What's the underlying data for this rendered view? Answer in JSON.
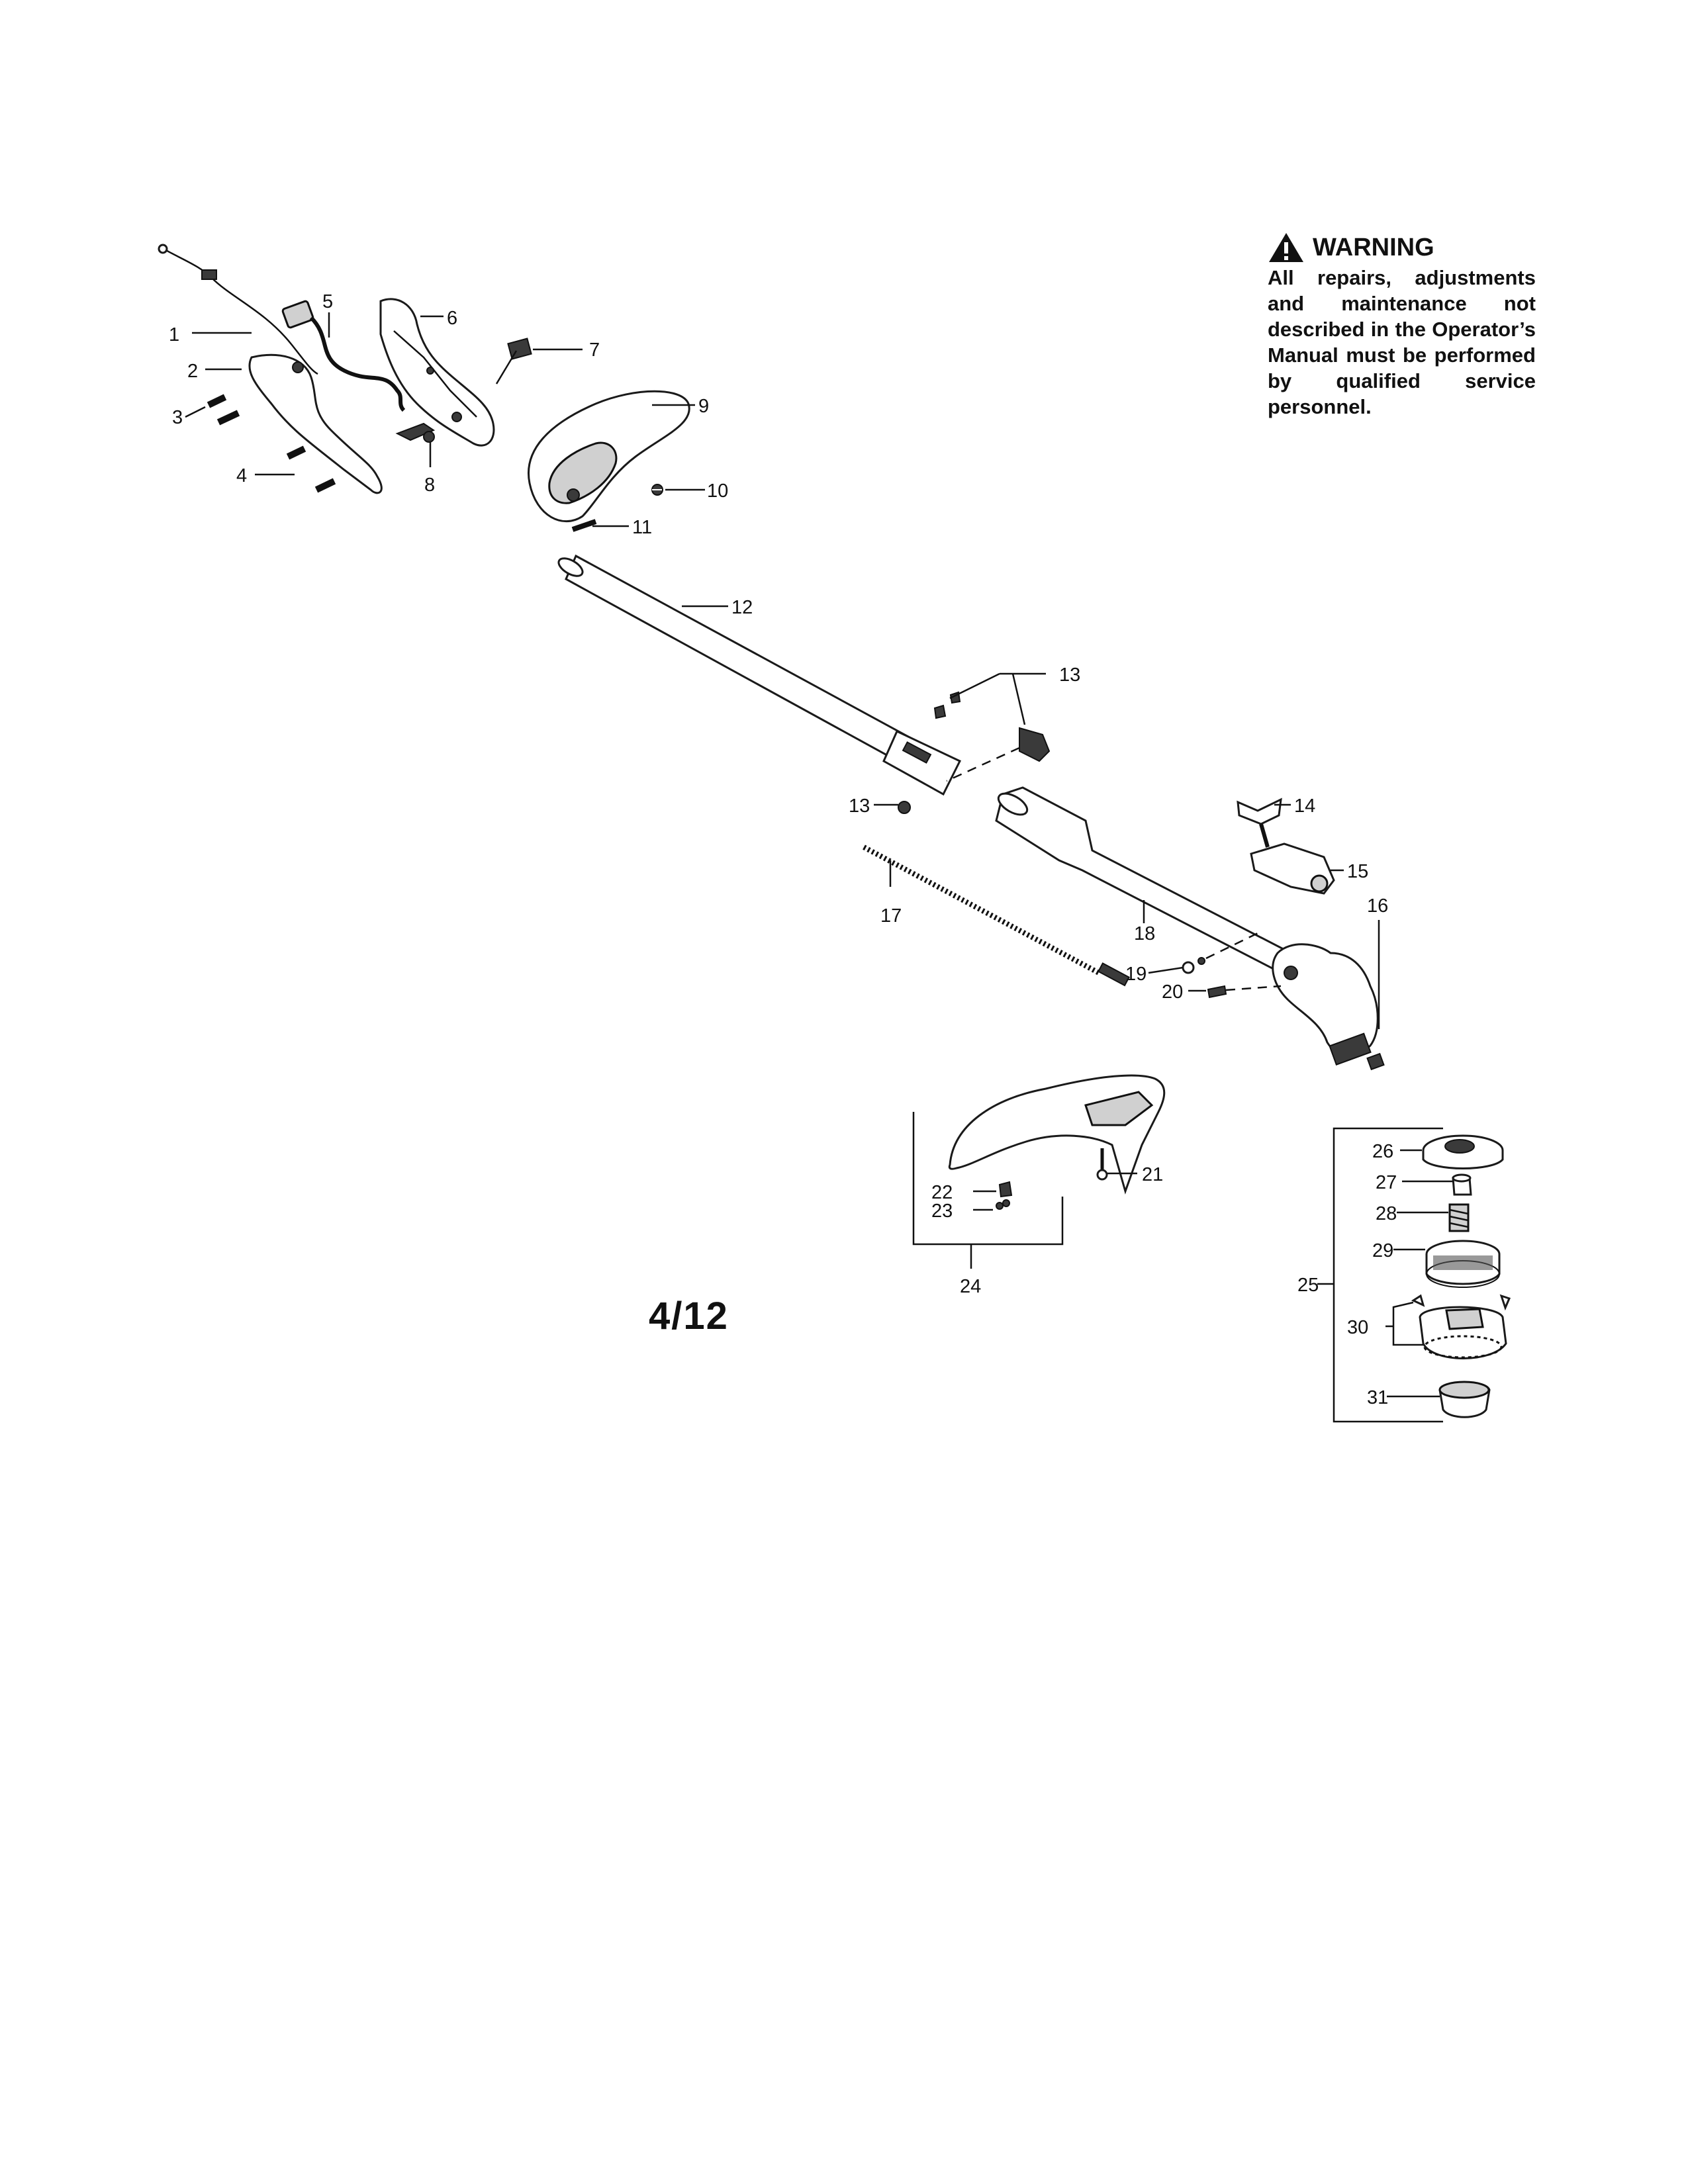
{
  "warning": {
    "title": "WARNING",
    "icon": "warning-triangle-icon",
    "text": "All repairs, adjustments and maintenance not described in the Operator’s Manual must be performed by qualified service personnel."
  },
  "page_number": "4/12",
  "callouts": [
    "1",
    "2",
    "3",
    "4",
    "5",
    "6",
    "7",
    "8",
    "9",
    "10",
    "11",
    "12",
    "13",
    "13",
    "14",
    "15",
    "16",
    "17",
    "18",
    "19",
    "20",
    "21",
    "22",
    "23",
    "24",
    "25",
    "26",
    "27",
    "28",
    "29",
    "30",
    "31"
  ]
}
